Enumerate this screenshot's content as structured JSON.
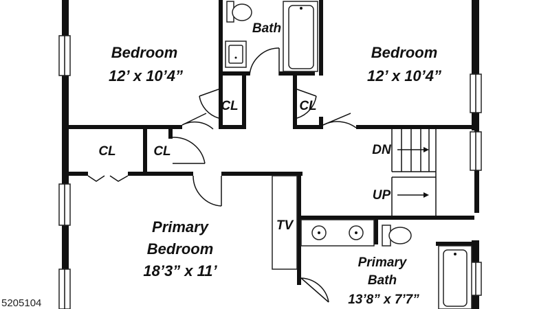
{
  "plan": {
    "rooms": {
      "bedroom_left": {
        "name": "Bedroom",
        "dims": "12’ x 10’4”"
      },
      "bedroom_right": {
        "name": "Bedroom",
        "dims": "12’ x 10’4”"
      },
      "bath": {
        "name": "Bath"
      },
      "primary_bedroom": {
        "name_line1": "Primary",
        "name_line2": "Bedroom",
        "dims": "18’3” x 11’"
      },
      "primary_bath": {
        "name_line1": "Primary",
        "name_line2": "Bath",
        "dims": "13’8” x 7’7”"
      }
    },
    "closets": {
      "cl1": "CL",
      "cl2": "CL",
      "cl3": "CL",
      "cl4": "CL"
    },
    "stairs": {
      "down": "DN",
      "up": "UP"
    },
    "tv": "TV",
    "listing_id": "5205104"
  },
  "colors": {
    "wall": "#111111",
    "background": "#ffffff"
  }
}
